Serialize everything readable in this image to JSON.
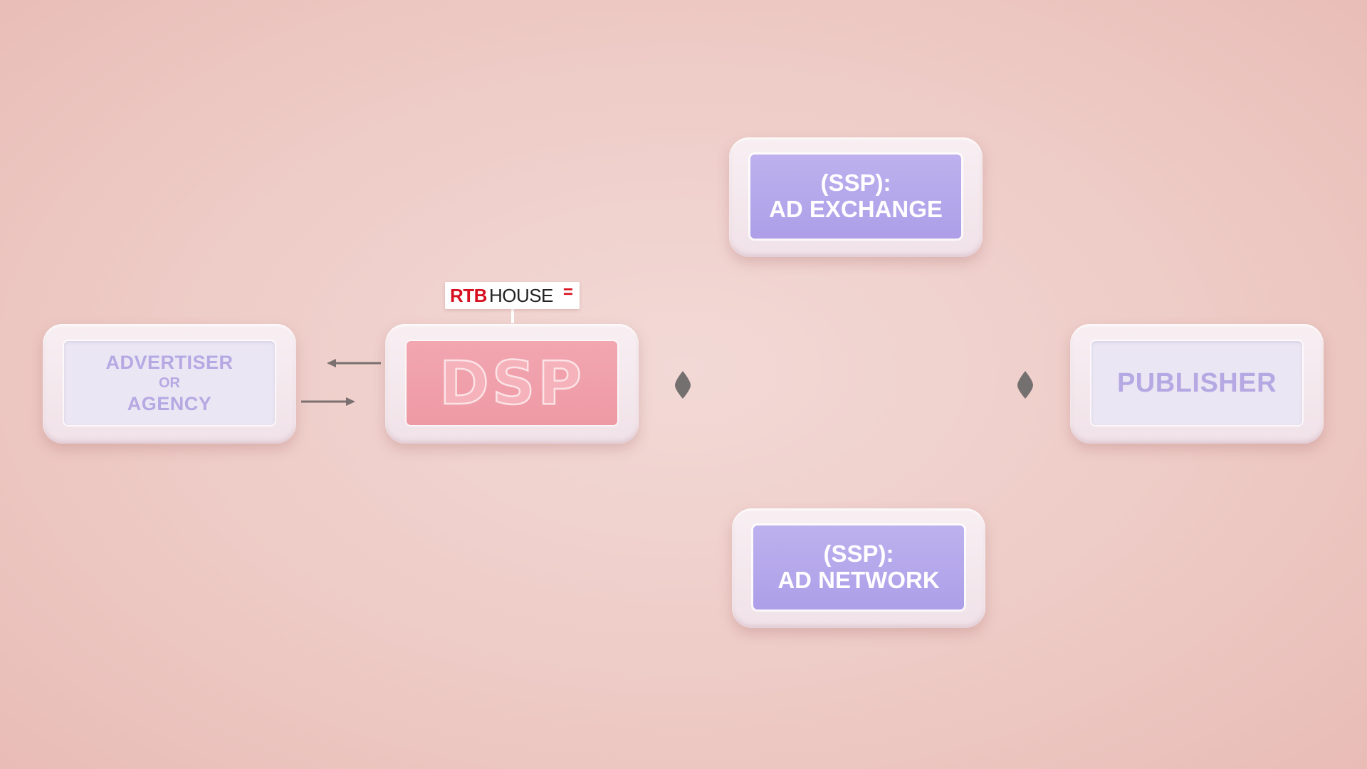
{
  "diagram": {
    "advertiser": {
      "line1": "ADVERTISER",
      "line2": "OR",
      "line3": "AGENCY"
    },
    "dsp": {
      "label": "DSP"
    },
    "logo": {
      "part1": "RTB",
      "part2": "HOUSE",
      "mark": "="
    },
    "ad_exchange": {
      "line1": "(SSP):",
      "line2": "AD EXCHANGE"
    },
    "ad_network": {
      "line1": "(SSP):",
      "line2": "AD NETWORK"
    },
    "publisher": {
      "label": "PUBLISHER"
    }
  },
  "colors": {
    "background": "#eecbc6",
    "card": "#f6ecf1",
    "pale_panel": "#ebe6f3",
    "pale_text": "#b5a9e3",
    "ssp_panel": "#b5a8ec",
    "dsp_panel": "#f0a0ab",
    "logo_red": "#d7101f",
    "arrow": "#7a7070"
  }
}
